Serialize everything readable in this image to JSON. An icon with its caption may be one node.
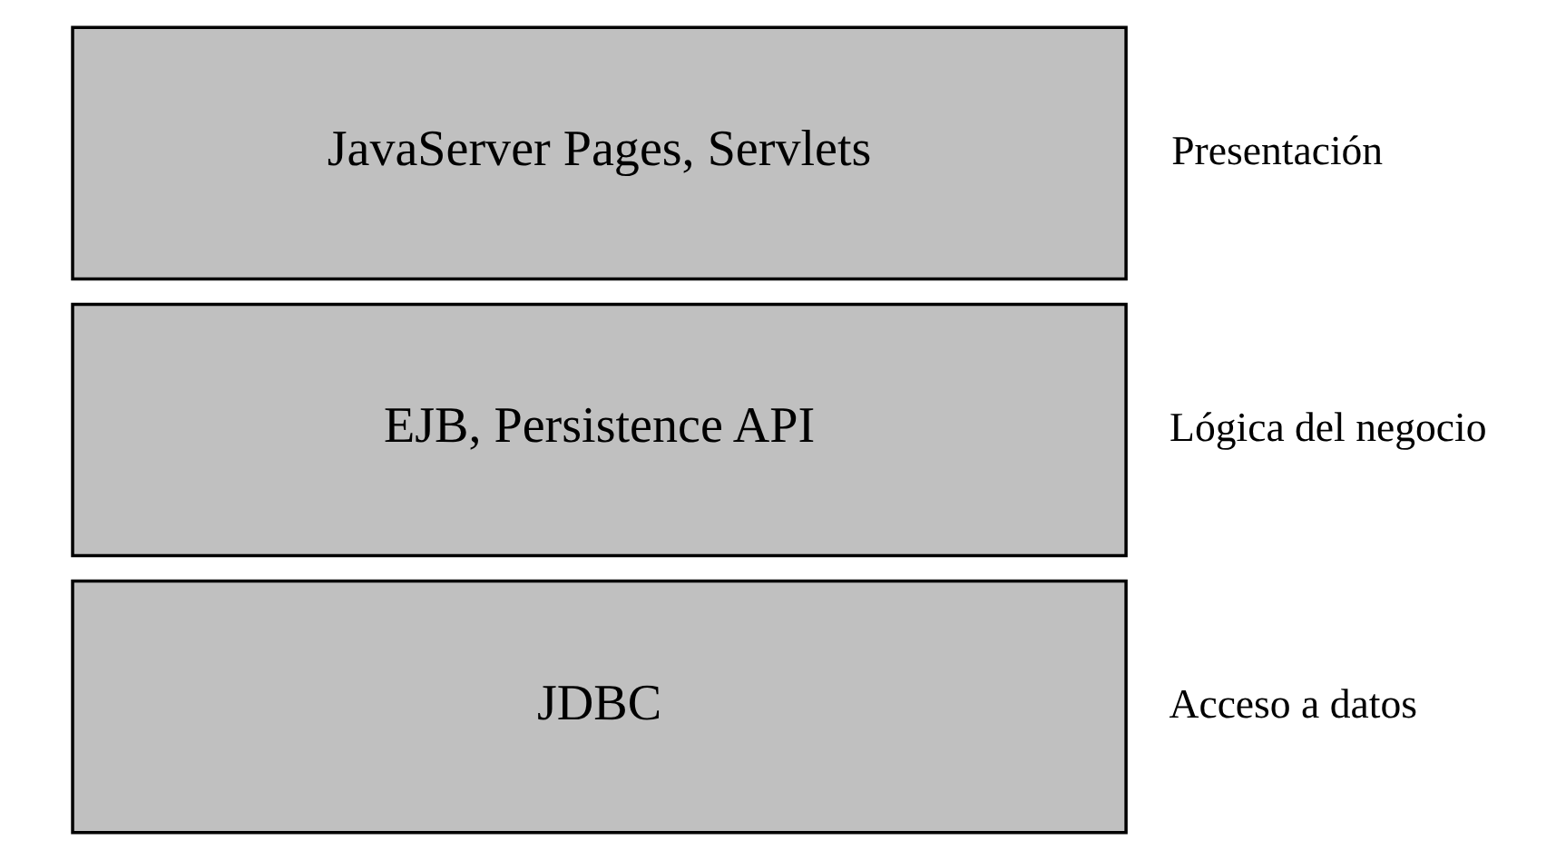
{
  "diagram": {
    "nodes": [
      {
        "text": [
          "JavaServer Pages, Servlets"
        ],
        "beside": [
          "Presentación"
        ]
      },
      {
        "text": [
          "EJB, Persistence API"
        ],
        "beside": [
          "Lógica del negocio"
        ]
      },
      {
        "text": [
          "JDBC"
        ],
        "beside": [
          "Acceso a datos"
        ]
      }
    ]
  }
}
